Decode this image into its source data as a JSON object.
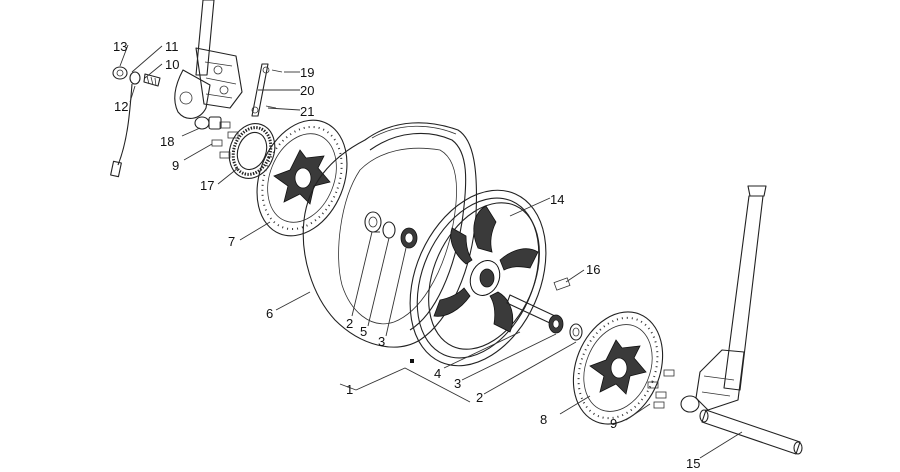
{
  "callouts": [
    {
      "id": "c1",
      "label": "1"
    },
    {
      "id": "c2a",
      "label": "2"
    },
    {
      "id": "c2b",
      "label": "2"
    },
    {
      "id": "c3a",
      "label": "3"
    },
    {
      "id": "c3b",
      "label": "3"
    },
    {
      "id": "c4",
      "label": "4"
    },
    {
      "id": "c5",
      "label": "5"
    },
    {
      "id": "c6",
      "label": "6"
    },
    {
      "id": "c7",
      "label": "7"
    },
    {
      "id": "c8",
      "label": "8"
    },
    {
      "id": "c9a",
      "label": "9"
    },
    {
      "id": "c9b",
      "label": "9"
    },
    {
      "id": "c10",
      "label": "10"
    },
    {
      "id": "c11",
      "label": "11"
    },
    {
      "id": "c12",
      "label": "12"
    },
    {
      "id": "c13",
      "label": "13"
    },
    {
      "id": "c14",
      "label": "14"
    },
    {
      "id": "c15",
      "label": "15"
    },
    {
      "id": "c16",
      "label": "16"
    },
    {
      "id": "c17",
      "label": "17"
    },
    {
      "id": "c18",
      "label": "18"
    },
    {
      "id": "c19",
      "label": "19"
    },
    {
      "id": "c20",
      "label": "20"
    },
    {
      "id": "c21",
      "label": "21"
    }
  ]
}
